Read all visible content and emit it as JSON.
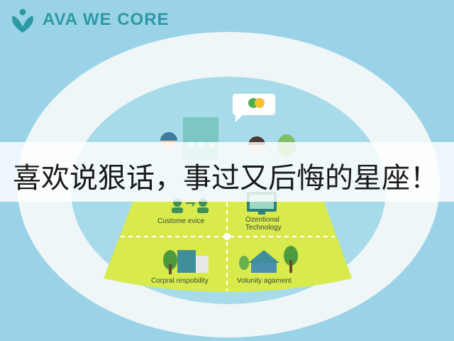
{
  "brand": {
    "name": "AVA WE CORE",
    "logo_icon": "leaf-heart-icon",
    "accent_color": "#2c9aa3"
  },
  "headline": "喜欢说狠话，事过又后悔的星座！",
  "quadrants": [
    {
      "label": "Custome evice",
      "icon": "people-chat-icon"
    },
    {
      "label": "Ozentional Technology",
      "icon": "monitor-icon"
    },
    {
      "label": "Corpral respobility",
      "icon": "city-icon"
    },
    {
      "label": "Volunity agament",
      "icon": "house-trees-icon"
    }
  ],
  "colors": {
    "sky": "#9ad3e8",
    "ring": "#eef6f7",
    "ground": "#d8ea4c",
    "banner": "#ffffff"
  }
}
